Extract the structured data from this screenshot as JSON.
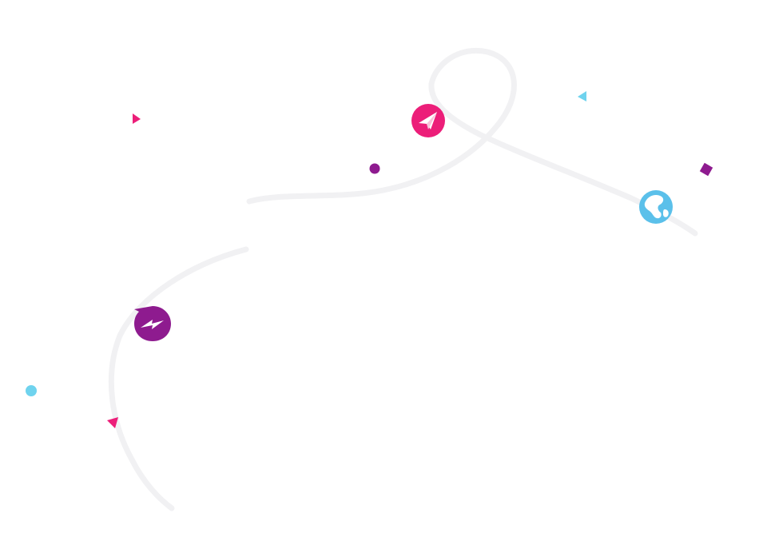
{
  "colors": {
    "background": "#ffffff",
    "trail": "#f1f1f3",
    "pink": "#ec1e79",
    "purple": "#8e1b8f",
    "cyan": "#6fd3ee",
    "globe_blue": "#5bc0ea",
    "white": "#ffffff"
  },
  "icons": {
    "paper_plane": "paper-plane-icon",
    "globe": "globe-icon",
    "messenger": "messenger-icon"
  },
  "decorations": [
    "triangle-pink",
    "triangle-cyan",
    "dot-purple",
    "diamond-purple",
    "dot-cyan",
    "triangle-pink-lower"
  ]
}
